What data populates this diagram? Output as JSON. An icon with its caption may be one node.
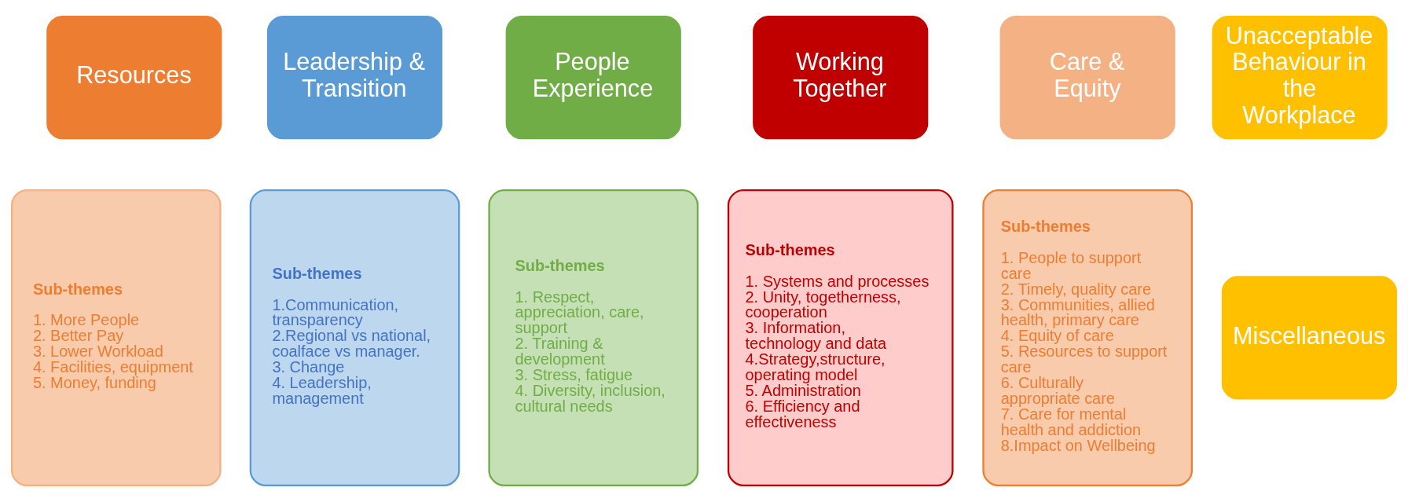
{
  "diagram": {
    "nodes": [
      {
        "text": [
          "Resources"
        ]
      },
      {
        "text": [
          "Leadership & Transition"
        ]
      },
      {
        "text": [
          "People Experience"
        ]
      },
      {
        "text": [
          "Working Together"
        ]
      },
      {
        "text": [
          "Care & Equity"
        ]
      },
      {
        "text": [
          "Unacceptable Behaviour in the Workplace"
        ]
      },
      {
        "text": [
          "Sub-themes",
          "1. More People",
          "2. Better Pay",
          "3. Lower Workload",
          "4. Facilities, equipment",
          "5. Money, funding"
        ]
      },
      {
        "text": [
          "Sub-themes",
          "1.Communication, transparency",
          "2.Regional vs national, coalface vs manager.",
          "3. Change",
          "4. Leadership, management"
        ]
      },
      {
        "text": [
          "Sub-themes",
          "1. Respect, appreciation, care, support",
          "2. Training & development",
          "3. Stress, fatigue",
          "4. Diversity, inclusion, cultural needs"
        ]
      },
      {
        "text": [
          "Sub-themes",
          "1. Systems and processes",
          "2. Unity, togetherness, cooperation",
          "3. Information, technology and data",
          "4.Strategy,structure, operating model",
          "5. Administration",
          "6. Efficiency and effectiveness"
        ]
      },
      {
        "text": [
          "Sub-themes",
          "1. People to support care",
          "2. Timely, quality care",
          "3. Communities, allied health, primary care",
          "4. Equity of care",
          "5. Resources to support care",
          "6. Culturally appropriate care",
          "7. Care for mental health and addiction",
          "8.Impact on Wellbeing"
        ]
      },
      {
        "text": [
          "Miscellaneous"
        ]
      }
    ],
    "edges": []
  }
}
